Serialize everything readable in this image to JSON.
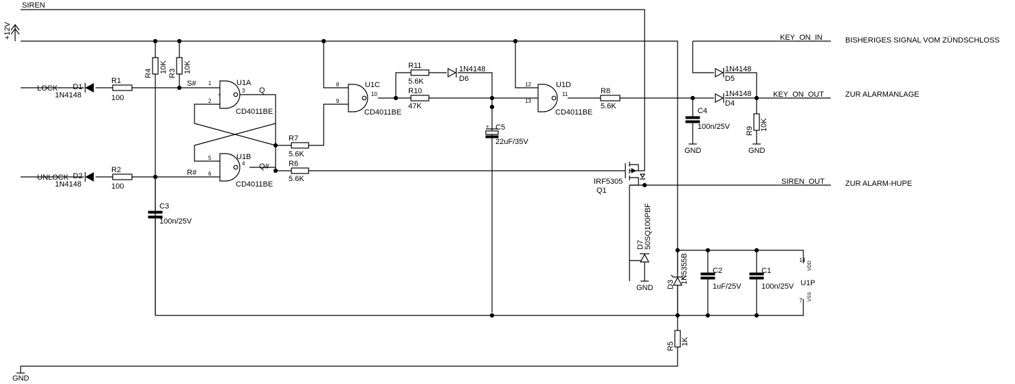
{
  "rails": {
    "vcc": "+12V",
    "gnd": "GND"
  },
  "nets": {
    "siren": "SIREN",
    "lock": "LOCK",
    "unlock": "UNLOCK",
    "s_n": "S#",
    "r_n": "R#",
    "q": "Q",
    "q_n": "Q#",
    "key_on_in": "KEY_ON_IN",
    "key_on_out": "KEY_ON_OUT",
    "siren_out": "SIREN_OUT"
  },
  "notes": {
    "key_on_in": "BISHERIGES SIGNAL VOM ZÜNDSCHLOSS",
    "key_on_out": "ZUR ALARMANLAGE",
    "siren_out": "ZUR ALARM-HUPE"
  },
  "parts": {
    "D1": {
      "ref": "D1",
      "value": "1N4148"
    },
    "D2": {
      "ref": "D2",
      "value": "1N4148"
    },
    "D3": {
      "ref": "D3",
      "value": "1N5355B"
    },
    "D4": {
      "ref": "D4",
      "value": "1N4148"
    },
    "D5": {
      "ref": "D5",
      "value": "1N4148"
    },
    "D6": {
      "ref": "D6",
      "value": "1N4148"
    },
    "D7": {
      "ref": "D7",
      "value": "50SQ100PBF"
    },
    "R1": {
      "ref": "R1",
      "value": "100"
    },
    "R2": {
      "ref": "R2",
      "value": "100"
    },
    "R3": {
      "ref": "R3",
      "value": "10K"
    },
    "R4": {
      "ref": "R4",
      "value": "10K"
    },
    "R5": {
      "ref": "R5",
      "value": "1K"
    },
    "R6": {
      "ref": "R6",
      "value": "5.6K"
    },
    "R7": {
      "ref": "R7",
      "value": "5.6K"
    },
    "R8": {
      "ref": "R8",
      "value": "5.6K"
    },
    "R9": {
      "ref": "R9",
      "value": "10K"
    },
    "R10": {
      "ref": "R10",
      "value": "47K"
    },
    "R11": {
      "ref": "R11",
      "value": "5.6K"
    },
    "C1": {
      "ref": "C1",
      "value": "100n/25V"
    },
    "C2": {
      "ref": "C2",
      "value": "1uF/25V"
    },
    "C3": {
      "ref": "C3",
      "value": "100n/25V"
    },
    "C4": {
      "ref": "C4",
      "value": "100n/25V"
    },
    "C5": {
      "ref": "C5",
      "value": "22uF/35V",
      "polarity": "+"
    },
    "Q1": {
      "ref": "Q1",
      "value": "IRF5305"
    },
    "U1A": {
      "ref": "U1A",
      "value": "CD4011BE",
      "pins": [
        "1",
        "2",
        "3"
      ]
    },
    "U1B": {
      "ref": "U1B",
      "value": "CD4011BE",
      "pins": [
        "5",
        "6",
        "4"
      ]
    },
    "U1C": {
      "ref": "U1C",
      "value": "CD4011BE",
      "pins": [
        "8",
        "9",
        "10"
      ]
    },
    "U1D": {
      "ref": "U1D",
      "value": "CD4011BE",
      "pins": [
        "12",
        "13",
        "11"
      ]
    },
    "U1P": {
      "ref": "U1P",
      "vdd": "VDD",
      "vss": "VSS",
      "vdd_pin": "14",
      "vss_pin": "7"
    }
  }
}
